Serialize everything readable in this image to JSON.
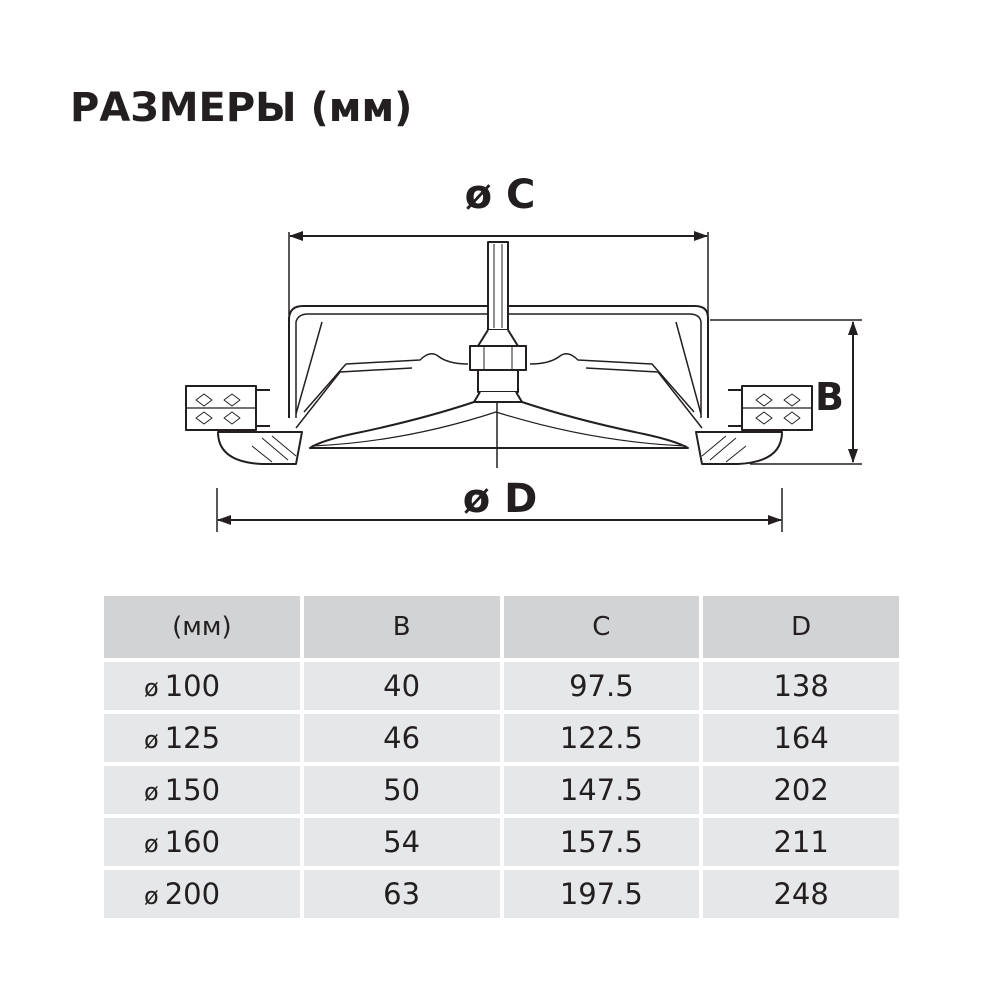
{
  "title": "РАЗМЕРЫ (мм)",
  "drawing": {
    "label_c": "ø C",
    "label_b": "B",
    "label_d": "ø D"
  },
  "table": {
    "headers": [
      "(мм)",
      "B",
      "C",
      "D"
    ],
    "rows": [
      {
        "size_symbol": "ø",
        "size": "100",
        "b": "40",
        "c": "97.5",
        "d": "138"
      },
      {
        "size_symbol": "ø",
        "size": "125",
        "b": "46",
        "c": "122.5",
        "d": "164"
      },
      {
        "size_symbol": "ø",
        "size": "150",
        "b": "50",
        "c": "147.5",
        "d": "202"
      },
      {
        "size_symbol": "ø",
        "size": "160",
        "b": "54",
        "c": "157.5",
        "d": "211"
      },
      {
        "size_symbol": "ø",
        "size": "200",
        "b": "63",
        "c": "197.5",
        "d": "248"
      }
    ]
  },
  "colors": {
    "ink": "#231f20",
    "header_fill": "#d1d3d4",
    "row_fill": "#e6e7e8"
  }
}
